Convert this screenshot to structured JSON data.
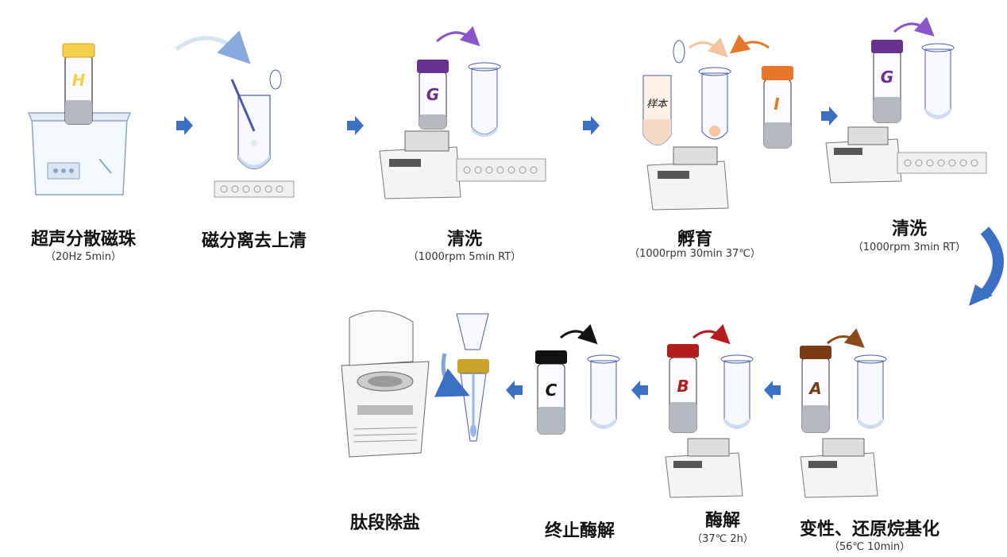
{
  "steps": [
    {
      "title": "超声分散磁珠",
      "cond": "（20Hz 5min）",
      "tube": "H"
    },
    {
      "title": "磁分离去上清"
    },
    {
      "title": "清洗",
      "cond": "（1000rpm 5min RT）",
      "tube": "G"
    },
    {
      "title": "孵育",
      "cond": "（1000rpm 30min 37℃）",
      "tube": "I",
      "sample": "样本"
    },
    {
      "title": "清洗",
      "cond": "（1000rpm 3min RT）",
      "tube": "G"
    },
    {
      "title": "变性、还原烷基化",
      "cond": "（56℃ 10min）",
      "tube": "A"
    },
    {
      "title": "酶解",
      "cond": "（37℃ 2h）",
      "tube": "B"
    },
    {
      "title": "终止酶解",
      "tube": "C"
    },
    {
      "title": "肽段除盐"
    }
  ],
  "colors": {
    "cap_H": "#f5cf4a",
    "cap_G": "#6b2f8f",
    "cap_I": "#e8772c",
    "cap_A": "#7a3b12",
    "cap_B": "#b51d1d",
    "cap_C": "#111111",
    "cap_desalt": "#c9a227",
    "flow_arrow": "#3b6fc4",
    "beads": "#b7b9c0",
    "tube_outline": "#4a5aa8"
  }
}
